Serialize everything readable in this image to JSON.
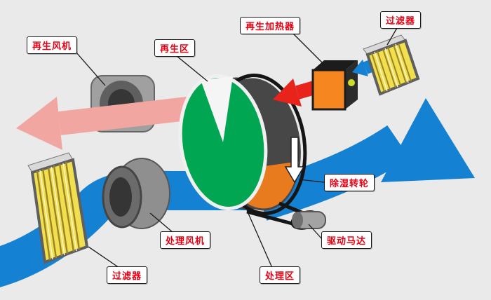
{
  "diagram": {
    "background": "#eaeaea",
    "labels": [
      {
        "id": "regeneration-fan",
        "text": "再生风机"
      },
      {
        "id": "regeneration-zone",
        "text": "再生区"
      },
      {
        "id": "regeneration-heater",
        "text": "再生加热器"
      },
      {
        "id": "filter-top",
        "text": "过滤器"
      },
      {
        "id": "desiccant-wheel",
        "text": "除湿转轮"
      },
      {
        "id": "drive-motor",
        "text": "驱动马达"
      },
      {
        "id": "process-fan",
        "text": "处理风机"
      },
      {
        "id": "process-zone",
        "text": "处理区"
      },
      {
        "id": "filter-bottom",
        "text": "过滤器"
      }
    ],
    "colors": {
      "process_air_blue": "#1581d2",
      "regen_exhaust_pink": "#f2a6a2",
      "hot_air_red": "#e8231c",
      "wheel_face_green": "#00a651",
      "wheel_warm_orange": "#e87b1e",
      "heater_orange": "#f6861f",
      "filter_yellow": "#f0df4e",
      "metal_gray": "#9a9a9a",
      "label_text_red": "#e60012"
    }
  }
}
